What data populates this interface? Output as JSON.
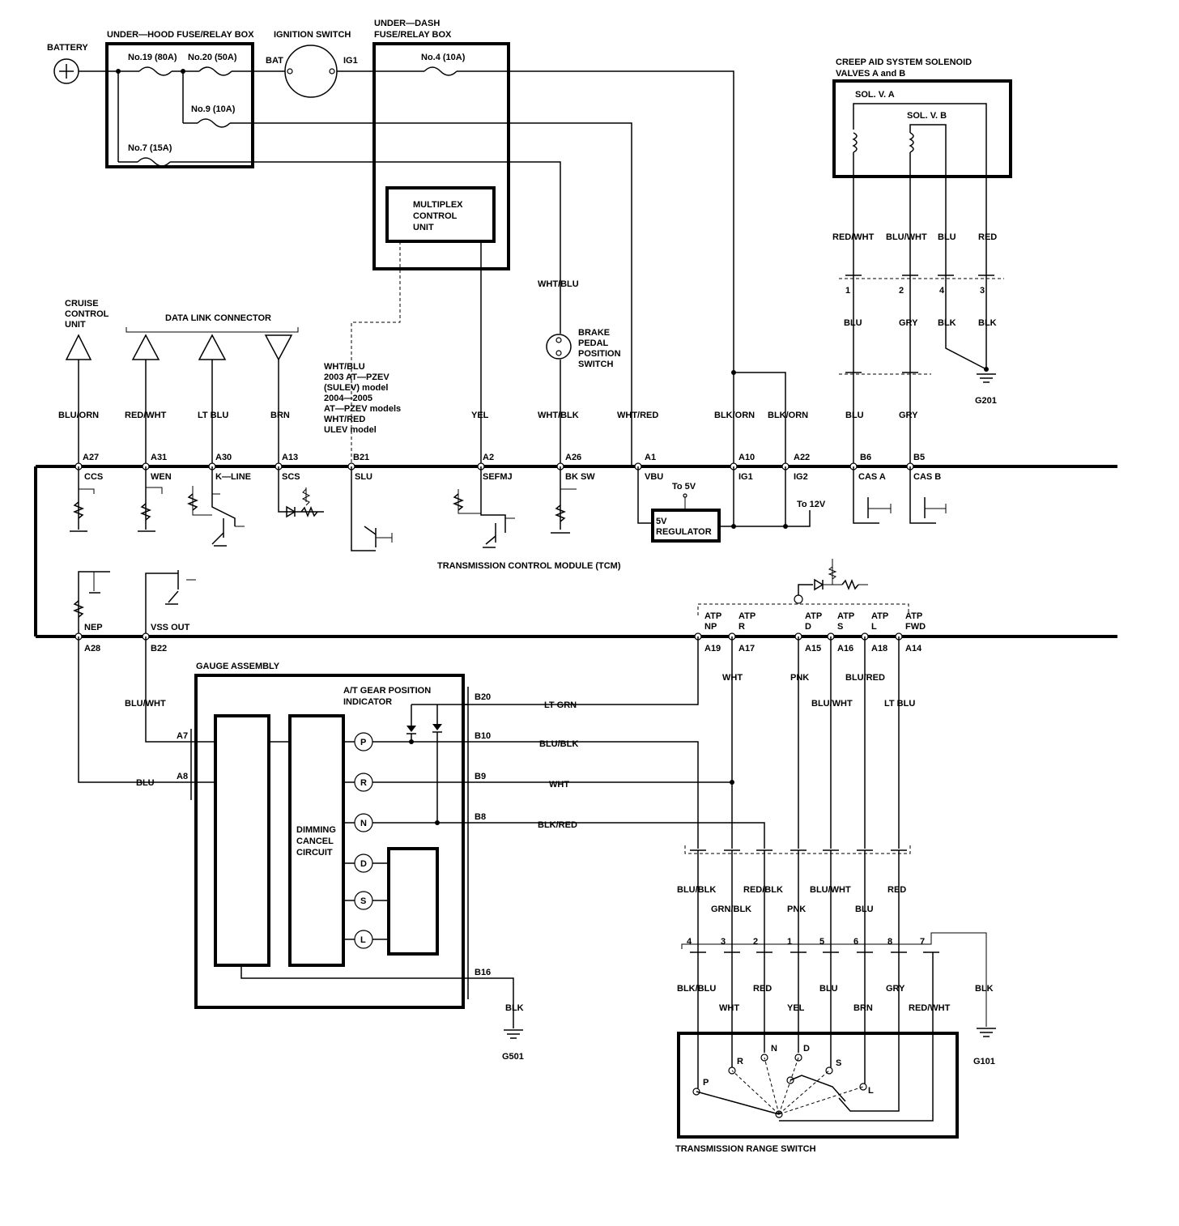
{
  "labels": {
    "battery": "BATTERY",
    "underhood_box": "UNDER—HOOD FUSE/RELAY BOX",
    "ignition_switch": "IGNITION SWITCH",
    "underdash_box_1": "UNDER—DASH",
    "underdash_box_2": "FUSE/RELAY BOX",
    "fuse_19": "No.19 (80A)",
    "fuse_20": "No.20 (50A)",
    "fuse_9": "No.9 (10A)",
    "fuse_7": "No.7 (15A)",
    "fuse_4": "No.4 (10A)",
    "bat": "BAT",
    "ig1": "IG1",
    "mcu_1": "MULTIPLEX",
    "mcu_2": "CONTROL",
    "mcu_3": "UNIT",
    "creep_1": "CREEP AID SYSTEM SOLENOID",
    "creep_2": "VALVES A and B",
    "sol_a": "SOL. V. A",
    "sol_b": "SOL. V. B",
    "cruise_1": "CRUISE",
    "cruise_2": "CONTROL",
    "cruise_3": "UNIT",
    "dlc": "DATA LINK CONNECTOR",
    "brake_1": "BRAKE",
    "brake_2": "PEDAL",
    "brake_3": "POSITION",
    "brake_4": "SWITCH",
    "note_1": "WHT/BLU",
    "note_2": "2003 AT—PZEV",
    "note_3": "(SULEV) model",
    "note_4": "2004—2005",
    "note_5": "AT—PZEV models",
    "note_6": "WHT/RED",
    "note_7": "ULEV model",
    "tcm": "TRANSMISSION CONTROL MODULE (TCM)",
    "regulator_1": "5V",
    "regulator_2": "REGULATOR",
    "to5v": "To 5V",
    "to12v": "To 12V",
    "gauge": "GAUGE ASSEMBLY",
    "atgear_1": "A/T GEAR POSITION",
    "atgear_2": "INDICATOR",
    "dimming_1": "DIMMING",
    "dimming_2": "CANCEL",
    "dimming_3": "CIRCUIT",
    "trs": "TRANSMISSION RANGE SWITCH",
    "g201": "G201",
    "g501": "G501",
    "g101": "G101",
    "gear_p": "P",
    "gear_r": "R",
    "gear_n": "N",
    "gear_d": "D",
    "gear_s": "S",
    "gear_l": "L"
  },
  "pins": {
    "A27": "A27",
    "A31": "A31",
    "A30": "A30",
    "A13": "A13",
    "B21": "B21",
    "A2": "A2",
    "A26": "A26",
    "A1": "A1",
    "A10": "A10",
    "A22": "A22",
    "B6": "B6",
    "B5": "B5",
    "A28": "A28",
    "B22": "B22",
    "A19": "A19",
    "A17": "A17",
    "A15": "A15",
    "A16": "A16",
    "A18": "A18",
    "A14": "A14",
    "CCS": "CCS",
    "WEN": "WEN",
    "KLINE": "K—LINE",
    "SCS": "SCS",
    "SLU": "SLU",
    "SEFMJ": "SEFMJ",
    "BKSW": "BK SW",
    "VBU": "VBU",
    "IG1T": "IG1",
    "IG2": "IG2",
    "CASA": "CAS A",
    "CASB": "CAS B",
    "NEP": "NEP",
    "VSSOUT": "VSS OUT",
    "ATP_NP_1": "ATP",
    "ATP_NP_2": "NP",
    "ATP_R_1": "ATP",
    "ATP_R_2": "R",
    "ATP_D_1": "ATP",
    "ATP_D_2": "D",
    "ATP_S_1": "ATP",
    "ATP_S_2": "S",
    "ATP_L_1": "ATP",
    "ATP_L_2": "L",
    "ATP_FWD_1": "ATP",
    "ATP_FWD_2": "FWD",
    "gA7": "A7",
    "gA8": "A8",
    "gB20": "B20",
    "gB10": "B10",
    "gB9": "B9",
    "gB8": "B8",
    "gB16": "B16",
    "c1": "1",
    "c2": "2",
    "c4": "4",
    "c3": "3",
    "t4": "4",
    "t3": "3",
    "t2": "2",
    "t1": "1",
    "t5": "5",
    "t6": "6",
    "t8": "8",
    "t7": "7"
  },
  "wires": {
    "blu_orn": "BLU/ORN",
    "red_wht": "RED/WHT",
    "lt_blu": "LT BLU",
    "brn": "BRN",
    "yel": "YEL",
    "wht_blu": "WHT/BLU",
    "wht_blk": "WHT/BLK",
    "wht_red": "WHT/RED",
    "blk_orn1": "BLK/ORN",
    "blk_orn2": "BLK/ORN",
    "blu_a": "BLU",
    "gry_a": "GRY",
    "cs_red_wht": "RED/WHT",
    "cs_blu_wht": "BLU/WHT",
    "cs_blu": "BLU",
    "cs_red": "RED",
    "cs_blu2": "BLU",
    "cs_gry2": "GRY",
    "cs_blk1": "BLK",
    "cs_blk2": "BLK",
    "g_blu_wht": "BLU/WHT",
    "g_blu": "BLU",
    "lt_grn": "LT GRN",
    "blu_blk": "BLU/BLK",
    "wht_h": "WHT",
    "blk_red": "BLK/RED",
    "atp_wht": "WHT",
    "atp_pnk": "PNK",
    "atp_blu_red": "BLU/RED",
    "atp_blu_wht": "BLU/WHT",
    "atp_lt_blu": "LT BLU",
    "m_blu_blk": "BLU/BLK",
    "m_grn_blk": "GRN/BLK",
    "m_red_blk": "RED/BLK",
    "m_pnk": "PNK",
    "m_blu_wht": "BLU/WHT",
    "m_blu": "BLU",
    "m_red": "RED",
    "b_blk_blu": "BLK/BLU",
    "b_wht": "WHT",
    "b_red": "RED",
    "b_yel": "YEL",
    "b_blu": "BLU",
    "b_brn": "BRN",
    "b_gry": "GRY",
    "b_red_wht": "RED/WHT",
    "b_blk": "BLK",
    "g501_blk": "BLK"
  }
}
